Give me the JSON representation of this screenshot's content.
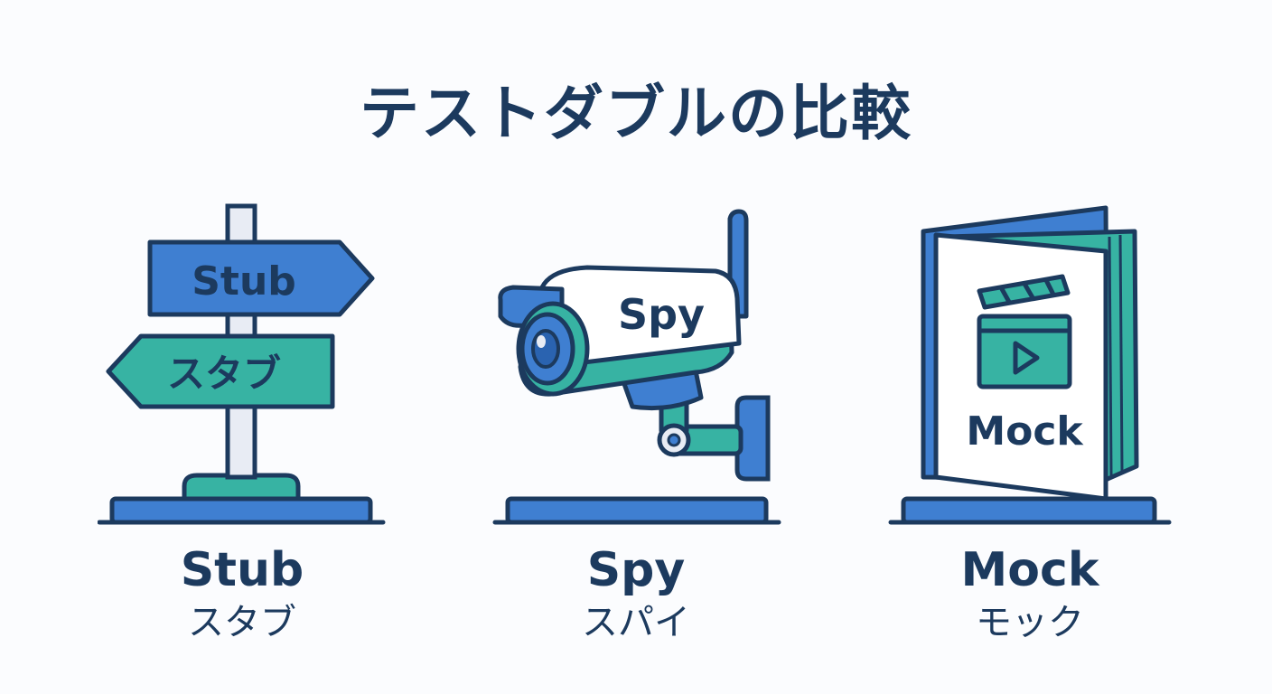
{
  "title": "テストダブルの比較",
  "colors": {
    "navy": "#1c3a5e",
    "blue": "#3f7fd1",
    "teal": "#37b3a3",
    "white": "#ffffff",
    "pole": "#e8ecf4"
  },
  "items": [
    {
      "icon": "signpost-icon",
      "sign_top": "Stub",
      "sign_bottom": "スタブ",
      "label_en": "Stub",
      "label_ja": "スタブ"
    },
    {
      "icon": "security-camera-icon",
      "camera_label": "Spy",
      "label_en": "Spy",
      "label_ja": "スパイ"
    },
    {
      "icon": "script-book-icon",
      "book_label": "Mock",
      "label_en": "Mock",
      "label_ja": "モック"
    }
  ]
}
